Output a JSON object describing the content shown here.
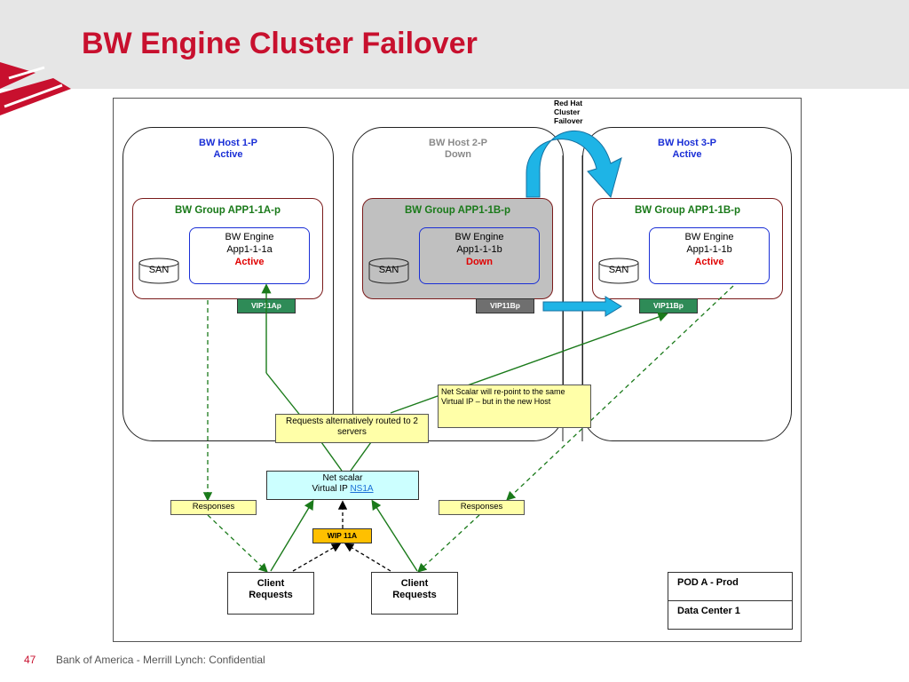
{
  "slide": {
    "title": "BW Engine Cluster Failover",
    "page_number": "47",
    "footer": "Bank of America - Merrill Lynch: Confidential"
  },
  "failover_label": [
    "Red Hat",
    "Cluster",
    "Failover"
  ],
  "hosts": [
    {
      "name": "BW Host 1-P",
      "status": "Active",
      "color": "#1a2fd6"
    },
    {
      "name": "BW Host 2-P",
      "status": "Down",
      "color": "#8a8a8a"
    },
    {
      "name": "BW Host 3-P",
      "status": "Active",
      "color": "#1a2fd6"
    }
  ],
  "groups": [
    {
      "title": "BW Group APP1-1A-p",
      "engine_line1": "BW Engine",
      "engine_line2": "App1-1-1a",
      "engine_status": "Active",
      "san": "SAN",
      "vip": "VIP11Ap",
      "vip_color": "#2e8b57"
    },
    {
      "title": "BW Group APP1-1B-p",
      "engine_line1": "BW Engine",
      "engine_line2": "App1-1-1b",
      "engine_status": "Down",
      "san": "SAN",
      "vip": "VIP11Bp",
      "vip_color": "#6f6f6f"
    },
    {
      "title": "BW Group APP1-1B-p",
      "engine_line1": "BW Engine",
      "engine_line2": "App1-1-1b",
      "engine_status": "Active",
      "san": "SAN",
      "vip": "VIP11Bp",
      "vip_color": "#2e8b57"
    }
  ],
  "notes": {
    "repoint": "Net Scalar will re-point to the same Virtual IP – but in the new Host",
    "routed": "Requests alternatively routed to 2 servers",
    "responses_left": "Responses",
    "responses_right": "Responses"
  },
  "netscaler": {
    "line1": "Net scalar",
    "line2_prefix": "Virtual IP ",
    "link": "NS1A"
  },
  "wip": "WIP 11A",
  "clients": [
    {
      "line1": "Client",
      "line2": "Requests"
    },
    {
      "line1": "Client",
      "line2": "Requests"
    }
  ],
  "pod": {
    "name": "POD A - Prod",
    "datacenter": "Data Center 1"
  }
}
